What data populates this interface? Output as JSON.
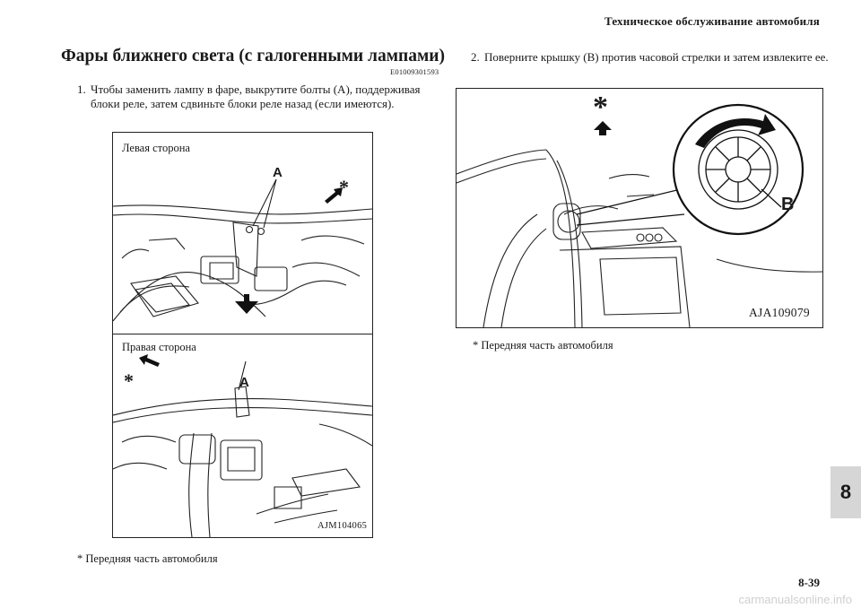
{
  "header": {
    "section_title": "Техническое обслуживание автомобиля"
  },
  "title": "Фары ближнего света (с галогенными лампами)",
  "code": "E01009301593",
  "steps": [
    {
      "num": "1.",
      "text": "Чтобы заменить лампу в фаре, выкрутите болты (A), поддерживая блоки реле, затем сдвиньте блоки реле назад (если имеются)."
    },
    {
      "num": "2.",
      "text": "Поверните крышку (B) против часовой стрелки и затем извлеките ее."
    }
  ],
  "figure1": {
    "left_label": "Левая сторона",
    "right_label": "Правая сторона",
    "label_a": "A",
    "asterisk": "*",
    "code": "AJM104065"
  },
  "figure2": {
    "label_b": "B",
    "asterisk": "*",
    "code": "AJA109079"
  },
  "notes": {
    "note1": "*  Передняя часть автомобиля",
    "note2": "*  Передняя часть автомобиля"
  },
  "chapter_tab": "8",
  "page_number": "8-39",
  "watermark": "carmanualsonline.info"
}
